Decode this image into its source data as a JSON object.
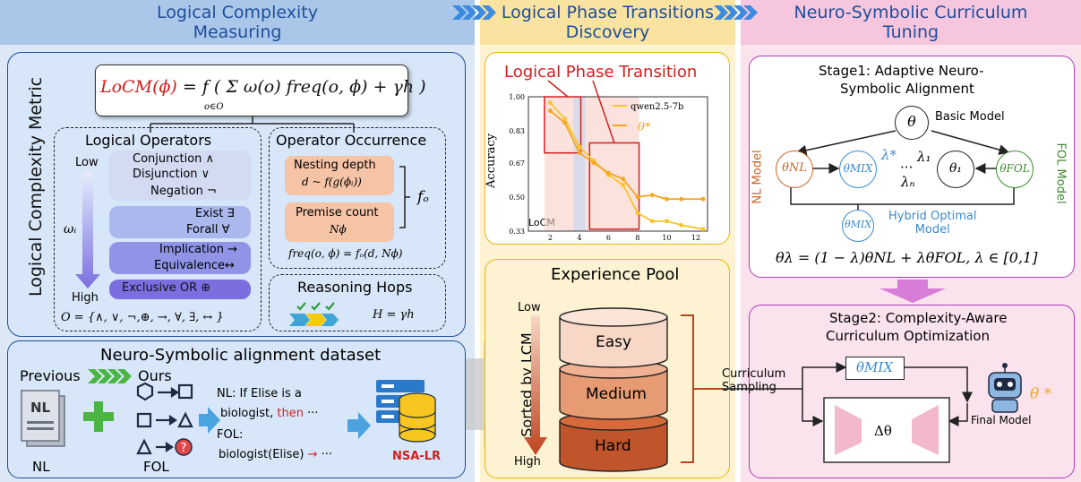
{
  "panels": {
    "left_title_1": "Logical Complexity",
    "left_title_2": "Measuring",
    "mid_title_1": "Logical Phase Transitions",
    "mid_title_2": "Discovery",
    "right_title_1": "Neuro-Symbolic Curriculum",
    "right_title_2": "Tuning"
  },
  "metric": {
    "side_label": "Logical Complexity Metric",
    "formula_name": "LoCM",
    "formula_phi": "(ϕ)",
    "formula_rest": "= f ( Σ ω(o) freq(o, ϕ) + γh )",
    "formula_sub": "o∈O"
  },
  "operators": {
    "title": "Logical Operators",
    "low": "Low",
    "high": "High",
    "weight": "ωᵢ",
    "items": [
      "Conjunction ∧",
      "Disjunction ∨",
      "Negation ¬",
      "Exist ∃",
      "Forall ∀",
      "Implication →",
      "Equivalence↔",
      "Exclusive OR ⊕"
    ],
    "set": "O = {∧, ∨, ¬,⊕, →, ∀, ∃, ↔ }"
  },
  "occurrence": {
    "title": "Operator Occurrence",
    "nesting_label": "Nesting depth",
    "nesting_formula": "d ~ f(g(ϕᵢ))",
    "premise_label": "Premise count",
    "premise_formula": "Nϕ",
    "fo": "fₒ",
    "freq": "freq(o, ϕ) = fₒ(d, Nϕ)"
  },
  "hops": {
    "title": "Reasoning Hops",
    "formula": "H = γh"
  },
  "dataset": {
    "title": "Neuro-Symbolic alignment dataset",
    "previous": "Previous",
    "ours": "Ours",
    "nl_doc": "NL",
    "nl_caption": "NL",
    "fol_caption": "FOL",
    "nl_line1": "NL: If Elise is a",
    "nl_line2a": "biologist, ",
    "nl_line2b": "then",
    "nl_line2c": " ···",
    "fol_line1": "FOL:",
    "fol_line2a": "biologist(Elise) ",
    "fol_line2b": "→",
    "fol_line2c": " ···",
    "db_label": "NSA-LR"
  },
  "phase": {
    "title": "Logical Phase Transition",
    "legend_model": "qwen2.5-7b",
    "legend_theta": "θ*",
    "ylabel": "Accuracy",
    "xlabel": "LoCM",
    "yticks": [
      "1.00",
      "0.83",
      "0.67",
      "0.50",
      "0.33"
    ],
    "xticks": [
      "2",
      "4",
      "6",
      "8",
      "10",
      "12"
    ]
  },
  "chart_data": {
    "type": "line",
    "title": "Logical Phase Transition",
    "xlabel": "LoCM",
    "ylabel": "Accuracy",
    "xlim": [
      0.5,
      12.8
    ],
    "ylim": [
      0.33,
      1.0
    ],
    "series": [
      {
        "name": "qwen2.5-7b",
        "x": [
          2,
          3,
          4,
          5,
          6,
          7,
          8,
          9,
          10,
          11,
          12.5
        ],
        "y": [
          0.97,
          0.89,
          0.75,
          0.68,
          0.61,
          0.56,
          0.42,
          0.38,
          0.38,
          0.36,
          0.34
        ]
      },
      {
        "name": "θ*",
        "x": [
          2,
          3,
          4,
          5,
          6,
          7,
          8,
          9,
          10,
          11,
          12.5
        ],
        "y": [
          0.93,
          0.87,
          0.72,
          0.67,
          0.62,
          0.59,
          0.5,
          0.51,
          0.49,
          0.49,
          0.49
        ]
      }
    ]
  },
  "pool": {
    "title": "Experience Pool",
    "sorted": "Sorted by LCM",
    "low": "Low",
    "high": "High",
    "levels": [
      "Easy",
      "Medium",
      "Hard"
    ],
    "sampling_1": "Curriculum",
    "sampling_2": "Sampling"
  },
  "stage1": {
    "title_1": "Stage1: Adaptive Neuro-",
    "title_2": "Symbolic Alignment",
    "basic": "Basic Model",
    "nl_model": "NL Model",
    "fol_model": "FOL Model",
    "hybrid_1": "Hybrid Optimal",
    "hybrid_2": "Model",
    "theta": "θ",
    "theta_nl": "θNL",
    "theta_mix": "θMIX",
    "theta_1": "θ₁",
    "theta_fol": "θFOL",
    "lambda_star": "λ*",
    "lambda_1": "λ₁",
    "lambda_n": "λₙ",
    "dots": "···",
    "equation": "θλ = (1 − λ)θNL + λθFOL, λ ∈ [0,1]"
  },
  "stage2": {
    "title_1": "Stage2: Complexity-Aware",
    "title_2": "Curriculum Optimization",
    "theta_mix": "θMIX",
    "delta": "Δθ",
    "final": "Final Model",
    "theta_star": "θ *"
  },
  "colors": {
    "left_bg": "#dce8f6",
    "mid_bg": "#fdf3d3",
    "right_bg": "#fbe3ee",
    "accent_red": "#d22020",
    "orange": "#f5a623",
    "purple": "#b23cb8"
  }
}
